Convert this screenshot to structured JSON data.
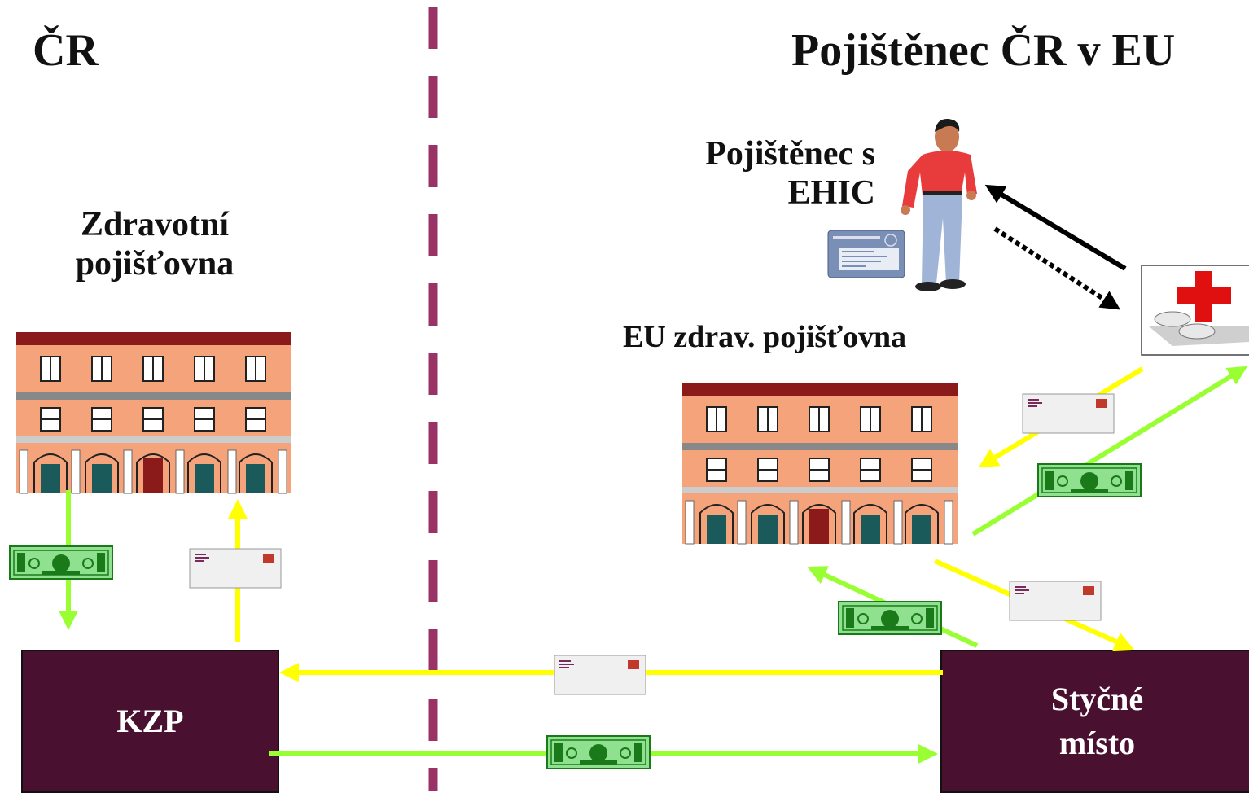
{
  "labels": {
    "left_title": "ČR",
    "right_title": "Pojištěnec ČR v EU",
    "insurer_cz": "Zdravotní pojišťovna",
    "insured": "Pojištěnec s EHIC",
    "insurer_eu": "EU zdrav. pojišťovna",
    "kzp": "KZP",
    "contact_point": "Styčné místo"
  },
  "icons": {
    "building": "building-icon",
    "person": "person-icon",
    "card": "ehic-card-icon",
    "clinic": "red-cross-clinic-icon",
    "money": "dollar-bill-icon",
    "letter": "envelope-icon"
  },
  "colors": {
    "money_flow": "#99ff33",
    "document_flow": "#ffff00",
    "divider": "#993366",
    "box": "#4a1030"
  }
}
